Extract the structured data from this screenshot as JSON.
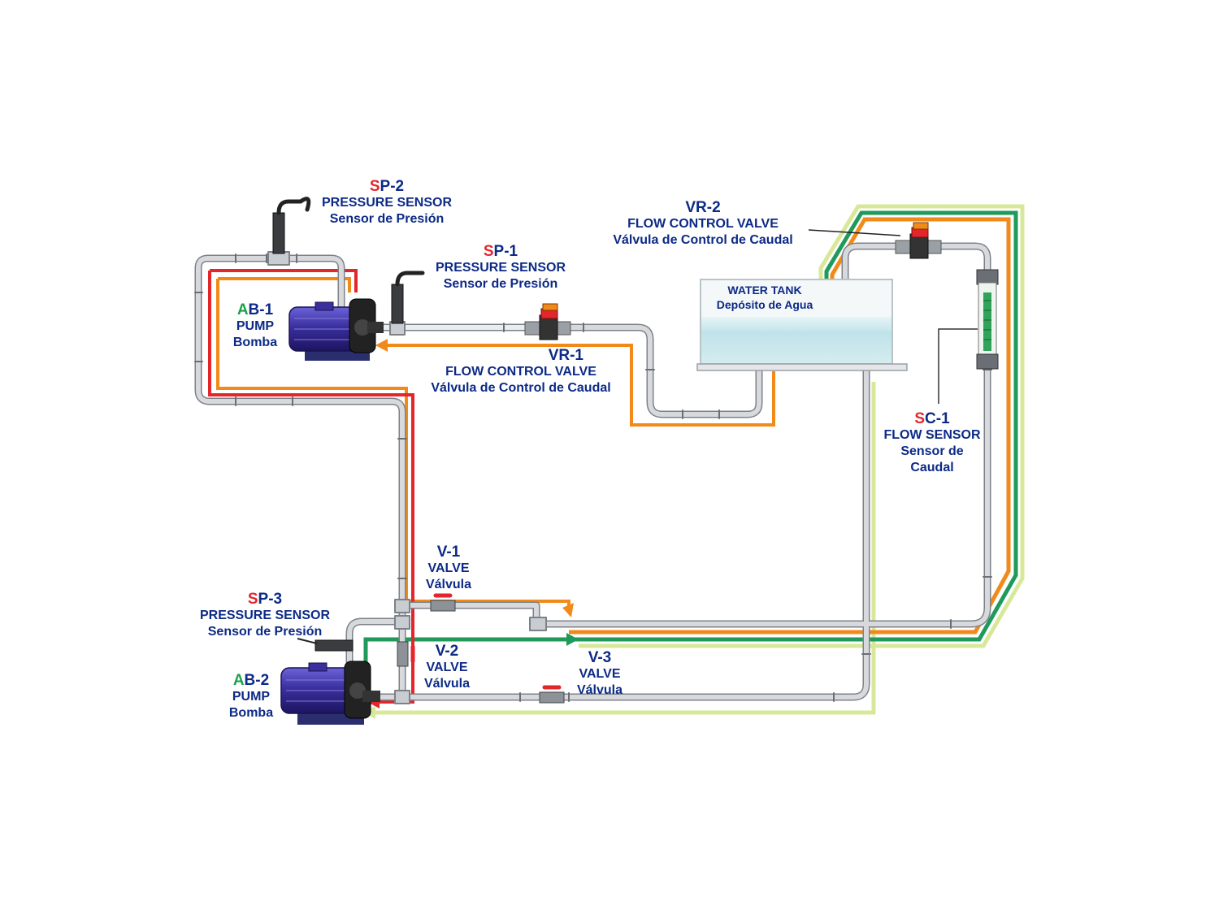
{
  "colors": {
    "pipe": "#c9ccd1",
    "pipe_outline": "#7d8288",
    "flow_red": "#e3262c",
    "flow_orange": "#f28a1a",
    "flow_green": "#1f9a5a",
    "flow_lightgreen": "#d8e89a",
    "label_blue": "#0c2a86",
    "prefix_red": "#e3262c",
    "prefix_green": "#1aa14a",
    "pump_body": "#3b2f9e",
    "water": "#bfe3ea"
  },
  "components": {
    "sp2": {
      "prefix": "S",
      "code": "P-2",
      "name": "PRESSURE SENSOR",
      "sub": "Sensor de Presión"
    },
    "sp1": {
      "prefix": "S",
      "code": "P-1",
      "name": "PRESSURE SENSOR",
      "sub": "Sensor de Presión"
    },
    "sp3": {
      "prefix": "S",
      "code": "P-3",
      "name": "PRESSURE SENSOR",
      "sub": "Sensor de Presión"
    },
    "ab1": {
      "prefix": "A",
      "code": "B-1",
      "name": "PUMP",
      "sub": "Bomba"
    },
    "ab2": {
      "prefix": "A",
      "code": "B-2",
      "name": "PUMP",
      "sub": "Bomba"
    },
    "vr1": {
      "code": "VR-1",
      "name": "FLOW CONTROL VALVE",
      "sub": "Válvula de Control de Caudal"
    },
    "vr2": {
      "code": "VR-2",
      "name": "FLOW CONTROL VALVE",
      "sub": "Válvula de Control de Caudal"
    },
    "sc1": {
      "prefix": "S",
      "code": "C-1",
      "name": "FLOW SENSOR",
      "sub1": "Sensor de",
      "sub2": "Caudal"
    },
    "v1": {
      "code": "V-1",
      "name": "VALVE",
      "sub": "Válvula"
    },
    "v2": {
      "code": "V-2",
      "name": "VALVE",
      "sub": "Válvula"
    },
    "v3": {
      "code": "V-3",
      "name": "VALVE",
      "sub": "Válvula"
    },
    "tank": {
      "name": "WATER TANK",
      "sub": "Depósito de Agua"
    }
  }
}
